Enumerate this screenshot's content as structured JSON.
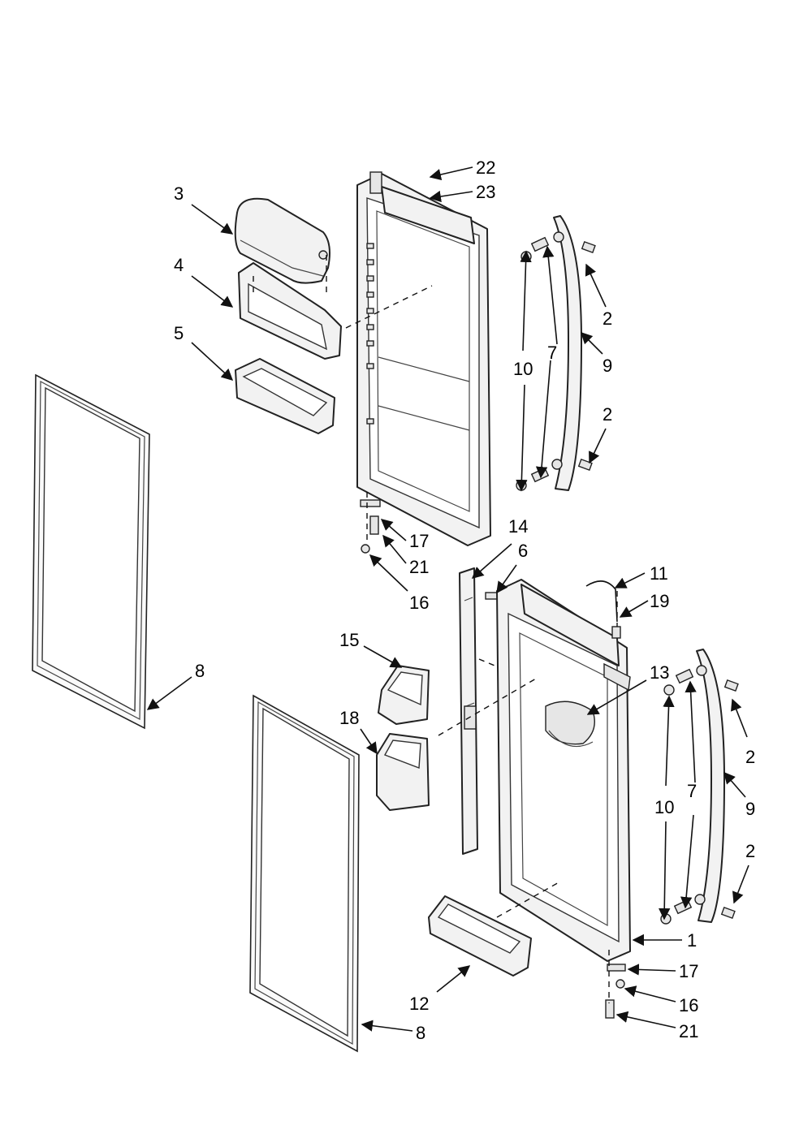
{
  "diagram": {
    "callouts": [
      {
        "id": "c22a",
        "label": "22"
      },
      {
        "id": "c23a",
        "label": "23"
      },
      {
        "id": "c3",
        "label": "3"
      },
      {
        "id": "c4",
        "label": "4"
      },
      {
        "id": "c5",
        "label": "5"
      },
      {
        "id": "c2a",
        "label": "2"
      },
      {
        "id": "c7a",
        "label": "7"
      },
      {
        "id": "c10a",
        "label": "10"
      },
      {
        "id": "c9a",
        "label": "9"
      },
      {
        "id": "c2b",
        "label": "2"
      },
      {
        "id": "c17a",
        "label": "17"
      },
      {
        "id": "c21a",
        "label": "21"
      },
      {
        "id": "c16a",
        "label": "16"
      },
      {
        "id": "c14",
        "label": "14"
      },
      {
        "id": "c6",
        "label": "6"
      },
      {
        "id": "c11",
        "label": "11"
      },
      {
        "id": "c19",
        "label": "19"
      },
      {
        "id": "c15",
        "label": "15"
      },
      {
        "id": "c8a",
        "label": "8"
      },
      {
        "id": "c13",
        "label": "13"
      },
      {
        "id": "c18",
        "label": "18"
      },
      {
        "id": "c2c",
        "label": "2"
      },
      {
        "id": "c7b",
        "label": "7"
      },
      {
        "id": "c10b",
        "label": "10"
      },
      {
        "id": "c9b",
        "label": "9"
      },
      {
        "id": "c2d",
        "label": "2"
      },
      {
        "id": "c1",
        "label": "1"
      },
      {
        "id": "c17b",
        "label": "17"
      },
      {
        "id": "c16b",
        "label": "16"
      },
      {
        "id": "c12",
        "label": "12"
      },
      {
        "id": "c21b",
        "label": "21"
      },
      {
        "id": "c8b",
        "label": "8"
      }
    ]
  }
}
